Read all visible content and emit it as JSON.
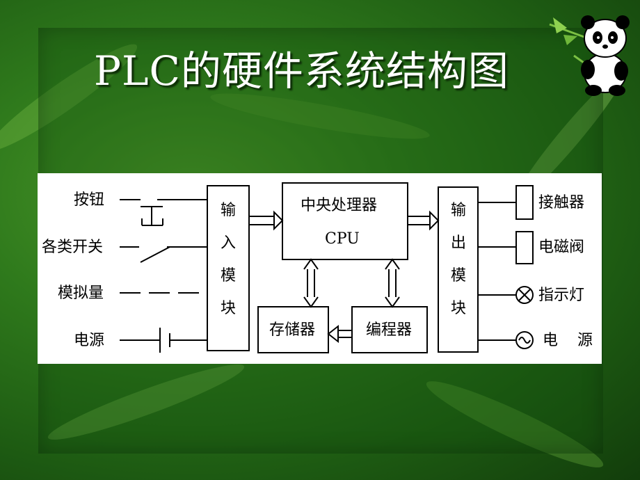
{
  "slide": {
    "title": "PLC的硬件系统结构图"
  },
  "diagram": {
    "inputs": [
      "按钮",
      "各类开关",
      "模拟量",
      "电源"
    ],
    "input_module": [
      "输",
      "入",
      "模",
      "块"
    ],
    "cpu": {
      "line1": "中央处理器",
      "line2": "CPU"
    },
    "memory": "存储器",
    "programmer": "编程器",
    "output_module": [
      "输",
      "出",
      "模",
      "块"
    ],
    "outputs": [
      {
        "label": "接触器",
        "symbol": "coil-box"
      },
      {
        "label": "电磁阀",
        "symbol": "coil-box"
      },
      {
        "label": "指示灯",
        "symbol": "lamp-circle-x"
      },
      {
        "label": "电    源",
        "symbol": "ac-source-circle"
      }
    ]
  },
  "colors": {
    "title_text": "#ffffff",
    "background_green": "#2f7a1c",
    "diagram_bg": "#ffffff",
    "line": "#000000"
  }
}
